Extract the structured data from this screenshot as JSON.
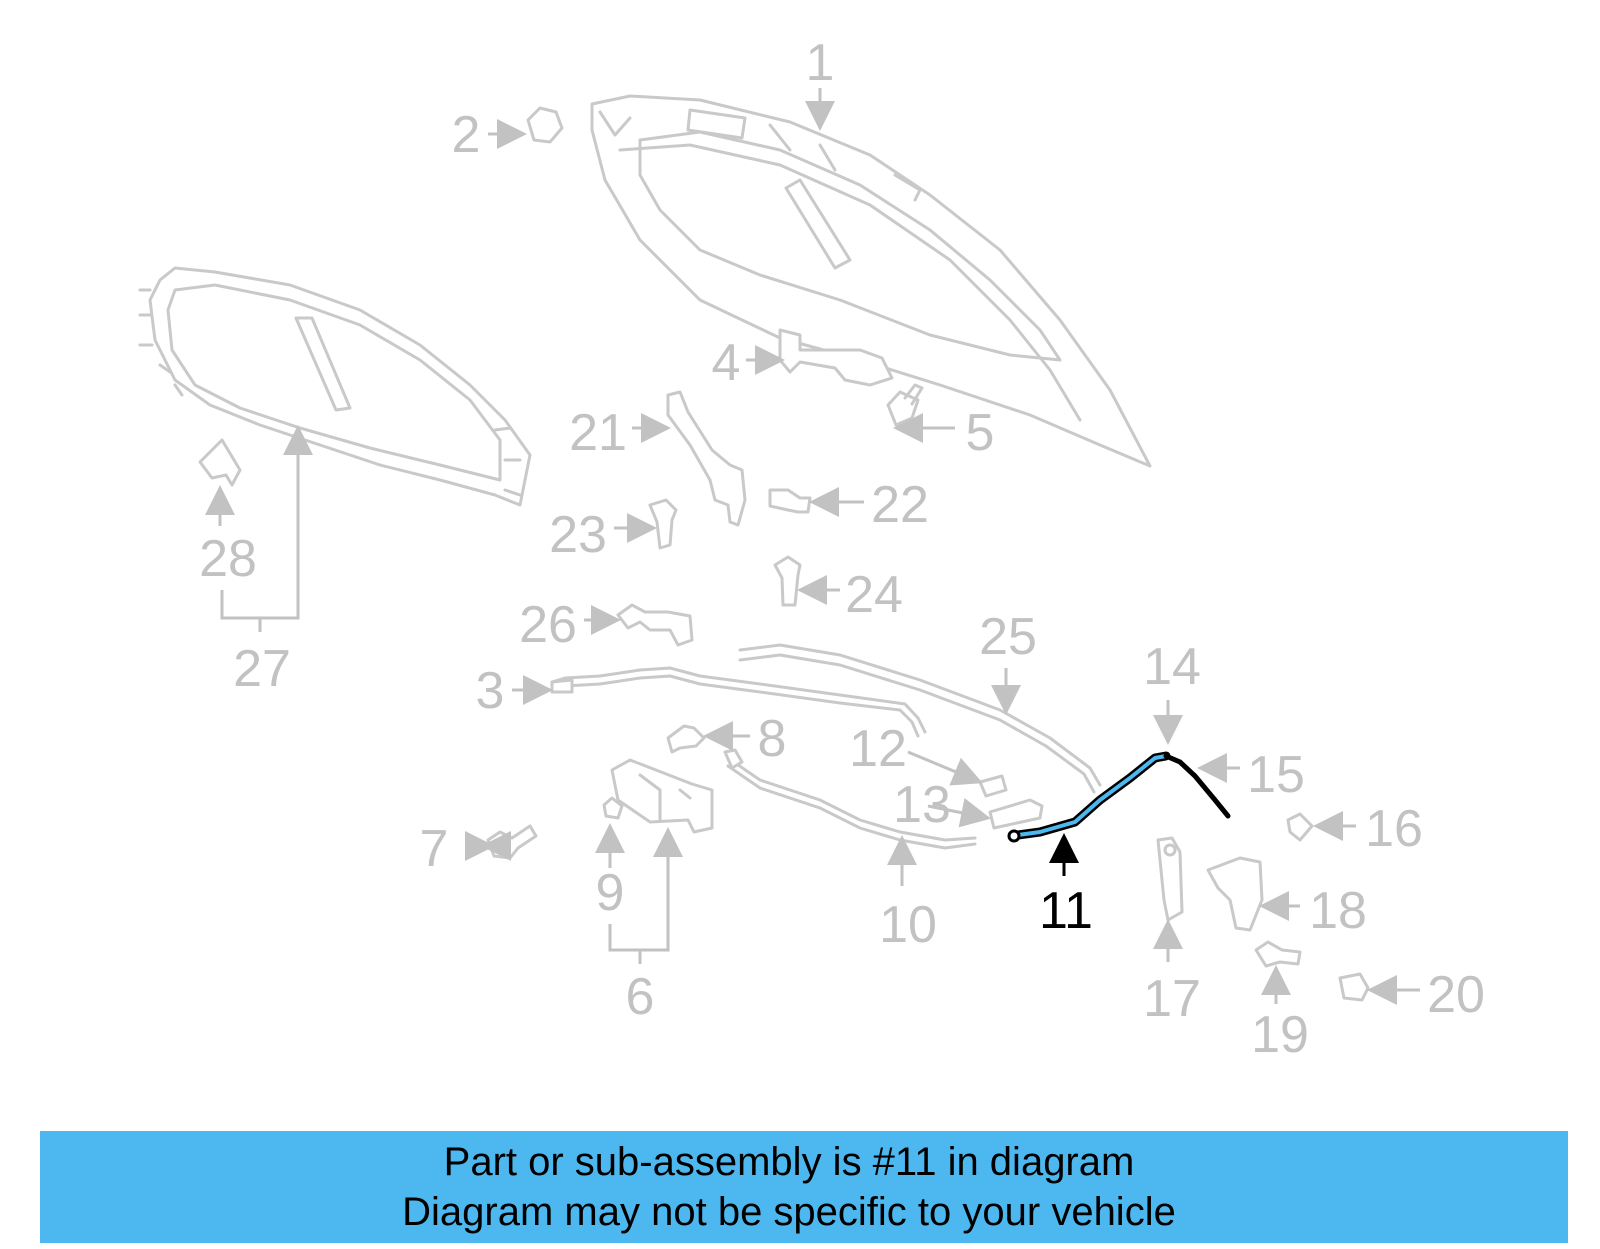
{
  "diagram": {
    "highlighted_part": "11",
    "accent_color": "#4db8f0",
    "highlight_color": "#000000",
    "faded_color": "#c2c2c2",
    "callouts": [
      "1",
      "2",
      "3",
      "4",
      "5",
      "6",
      "7",
      "8",
      "9",
      "10",
      "11",
      "12",
      "13",
      "14",
      "15",
      "16",
      "17",
      "18",
      "19",
      "20",
      "21",
      "22",
      "23",
      "24",
      "25",
      "26",
      "27",
      "28"
    ]
  },
  "banner": {
    "line1": "Part or sub-assembly is #11 in diagram",
    "line2": "Diagram may not be specific to your vehicle"
  }
}
